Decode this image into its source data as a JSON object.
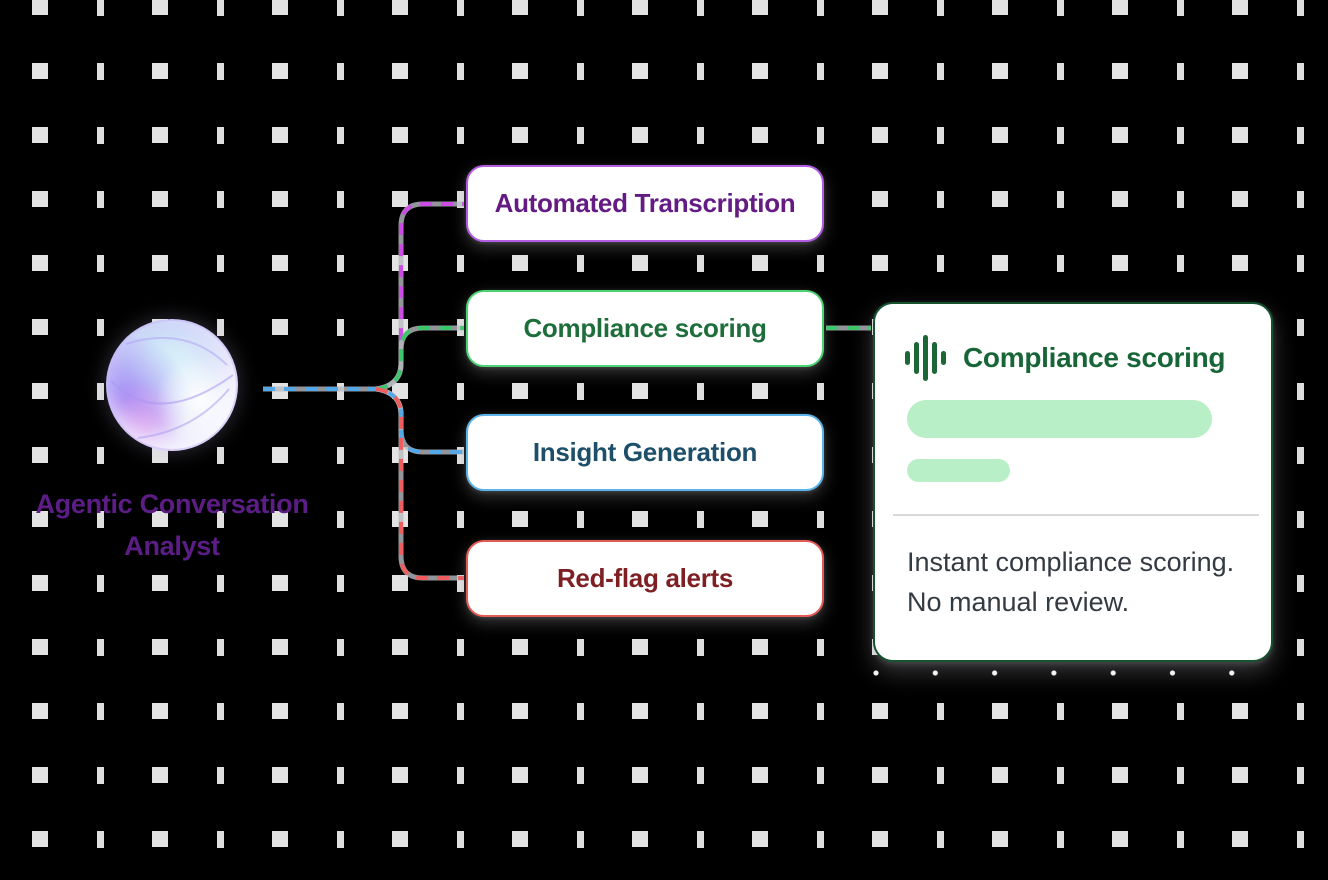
{
  "agent": {
    "label_line1": "Agentic Conversation",
    "label_line2": "Analyst",
    "label_color": "#5c1d86",
    "icon": "iridescent-orb"
  },
  "branches": [
    {
      "label": "Automated Transcription",
      "border_color": "#b35ce4",
      "text_color": "#641c84",
      "line_color": "#cb4de4"
    },
    {
      "label": "Compliance scoring",
      "border_color": "#4bd471",
      "text_color": "#1e6e3c",
      "line_color": "#3ec76a"
    },
    {
      "label": "Insight Generation",
      "border_color": "#5db4ea",
      "text_color": "#1d4f6b",
      "line_color": "#55a8e8"
    },
    {
      "label": "Red-flag alerts",
      "border_color": "#e25c55",
      "text_color": "#7e1f23",
      "line_color": "#ef5e5e"
    }
  ],
  "detail_card": {
    "title": "Compliance scoring",
    "icon": "waveform-icon",
    "border_color": "#14532d",
    "title_color": "#186638",
    "icon_color": "#1d6636",
    "bar_color": "#b8efc6",
    "description_line1": "Instant compliance scoring.",
    "description_line2": "No manual review."
  },
  "colors": {
    "background": "#000000",
    "grid_dot": "#e3e3e3",
    "grid_dot_small": "#dedede",
    "connector_rail": "#b6bac0",
    "node_background": "#ffffff",
    "divider": "#d8d8d8",
    "body_text": "#343a42"
  }
}
